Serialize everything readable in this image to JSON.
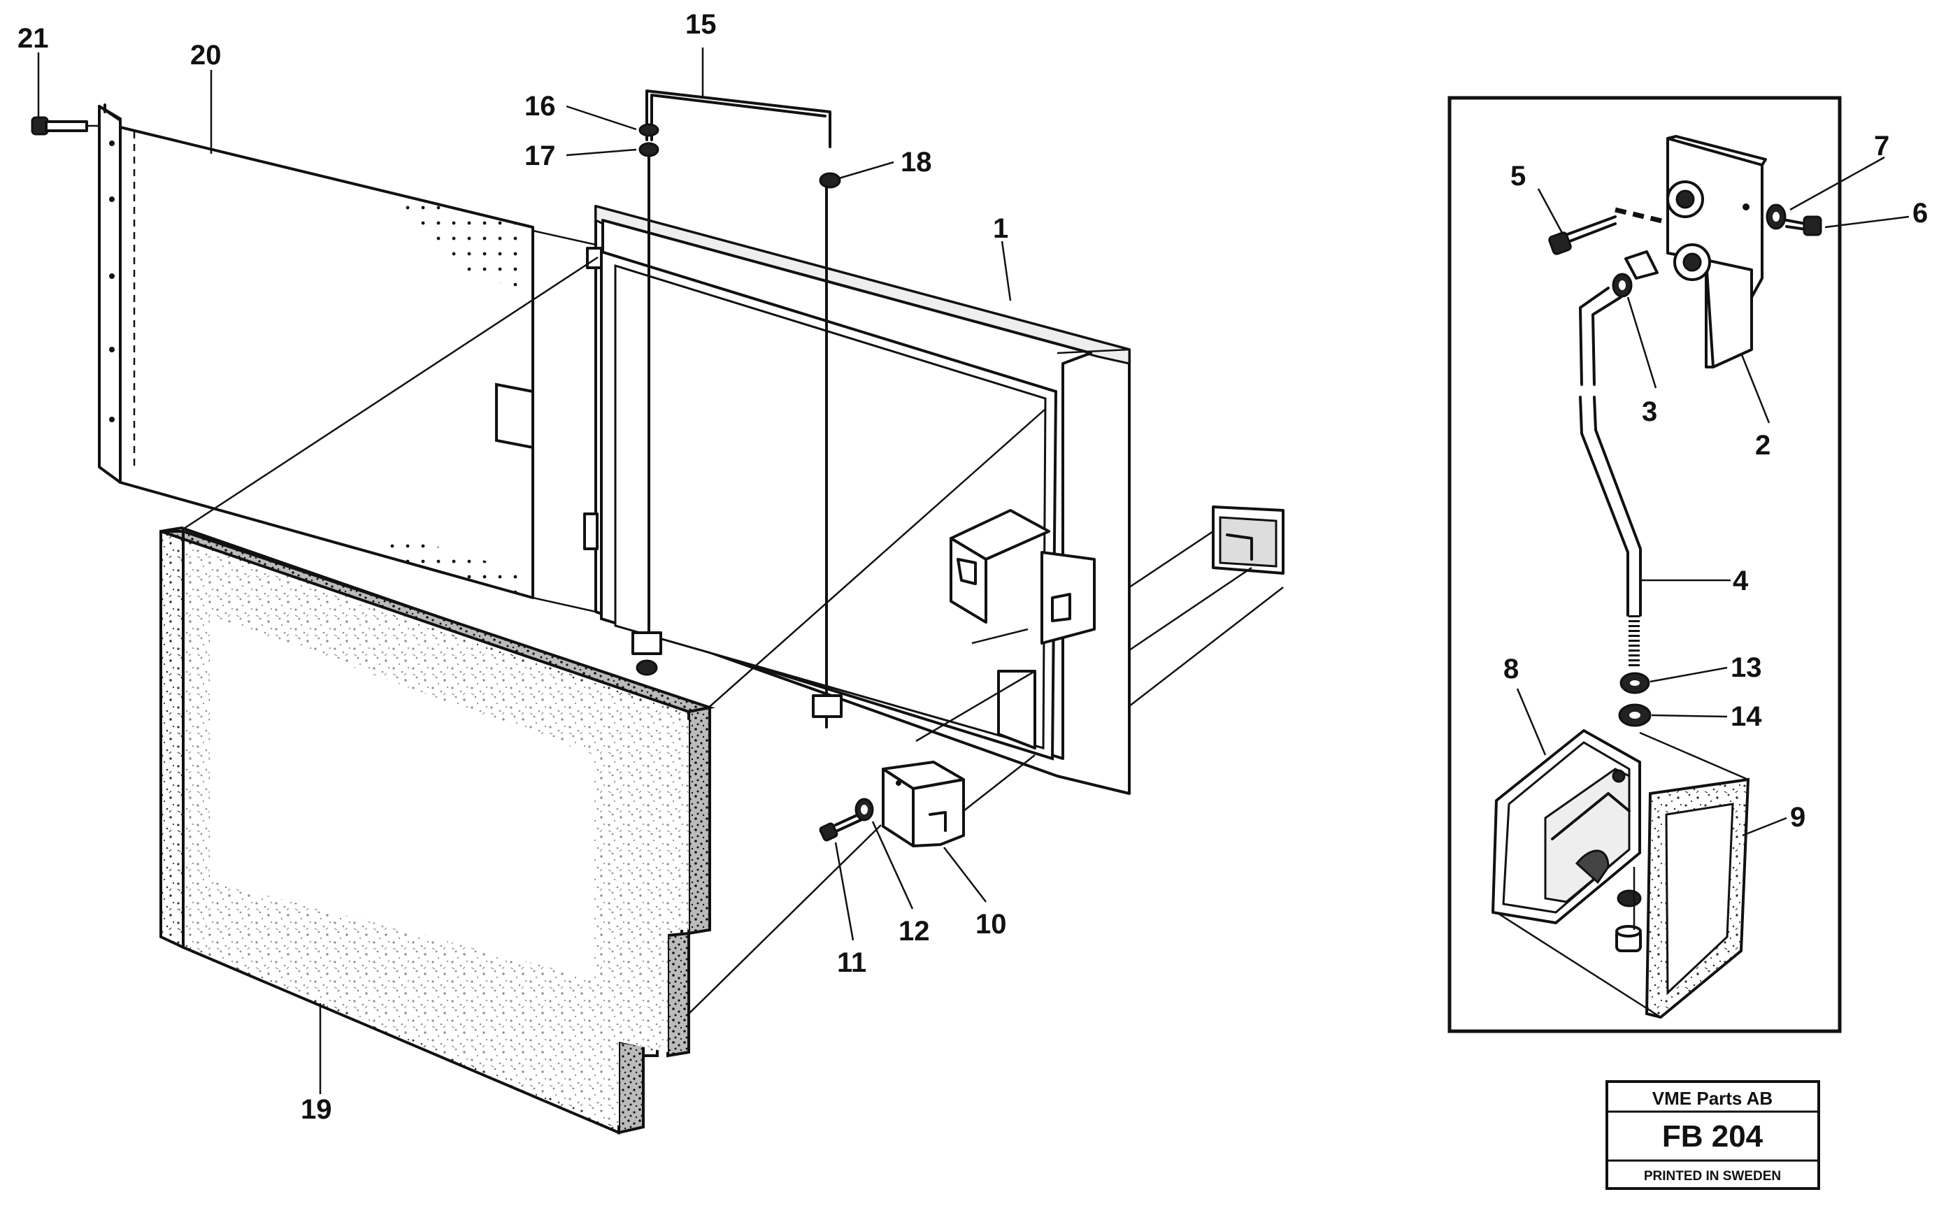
{
  "callouts": {
    "p1": "1",
    "p2": "2",
    "p3": "3",
    "p4": "4",
    "p5": "5",
    "p6": "6",
    "p7": "7",
    "p8": "8",
    "p9": "9",
    "p10": "10",
    "p11": "11",
    "p12": "12",
    "p13": "13",
    "p14": "14",
    "p15": "15",
    "p16": "16",
    "p17": "17",
    "p18": "18",
    "p19": "19",
    "p20": "20",
    "p21": "21"
  },
  "stamp": {
    "company": "VME Parts AB",
    "code": "FB 204",
    "note": "PRINTED IN SWEDEN"
  }
}
